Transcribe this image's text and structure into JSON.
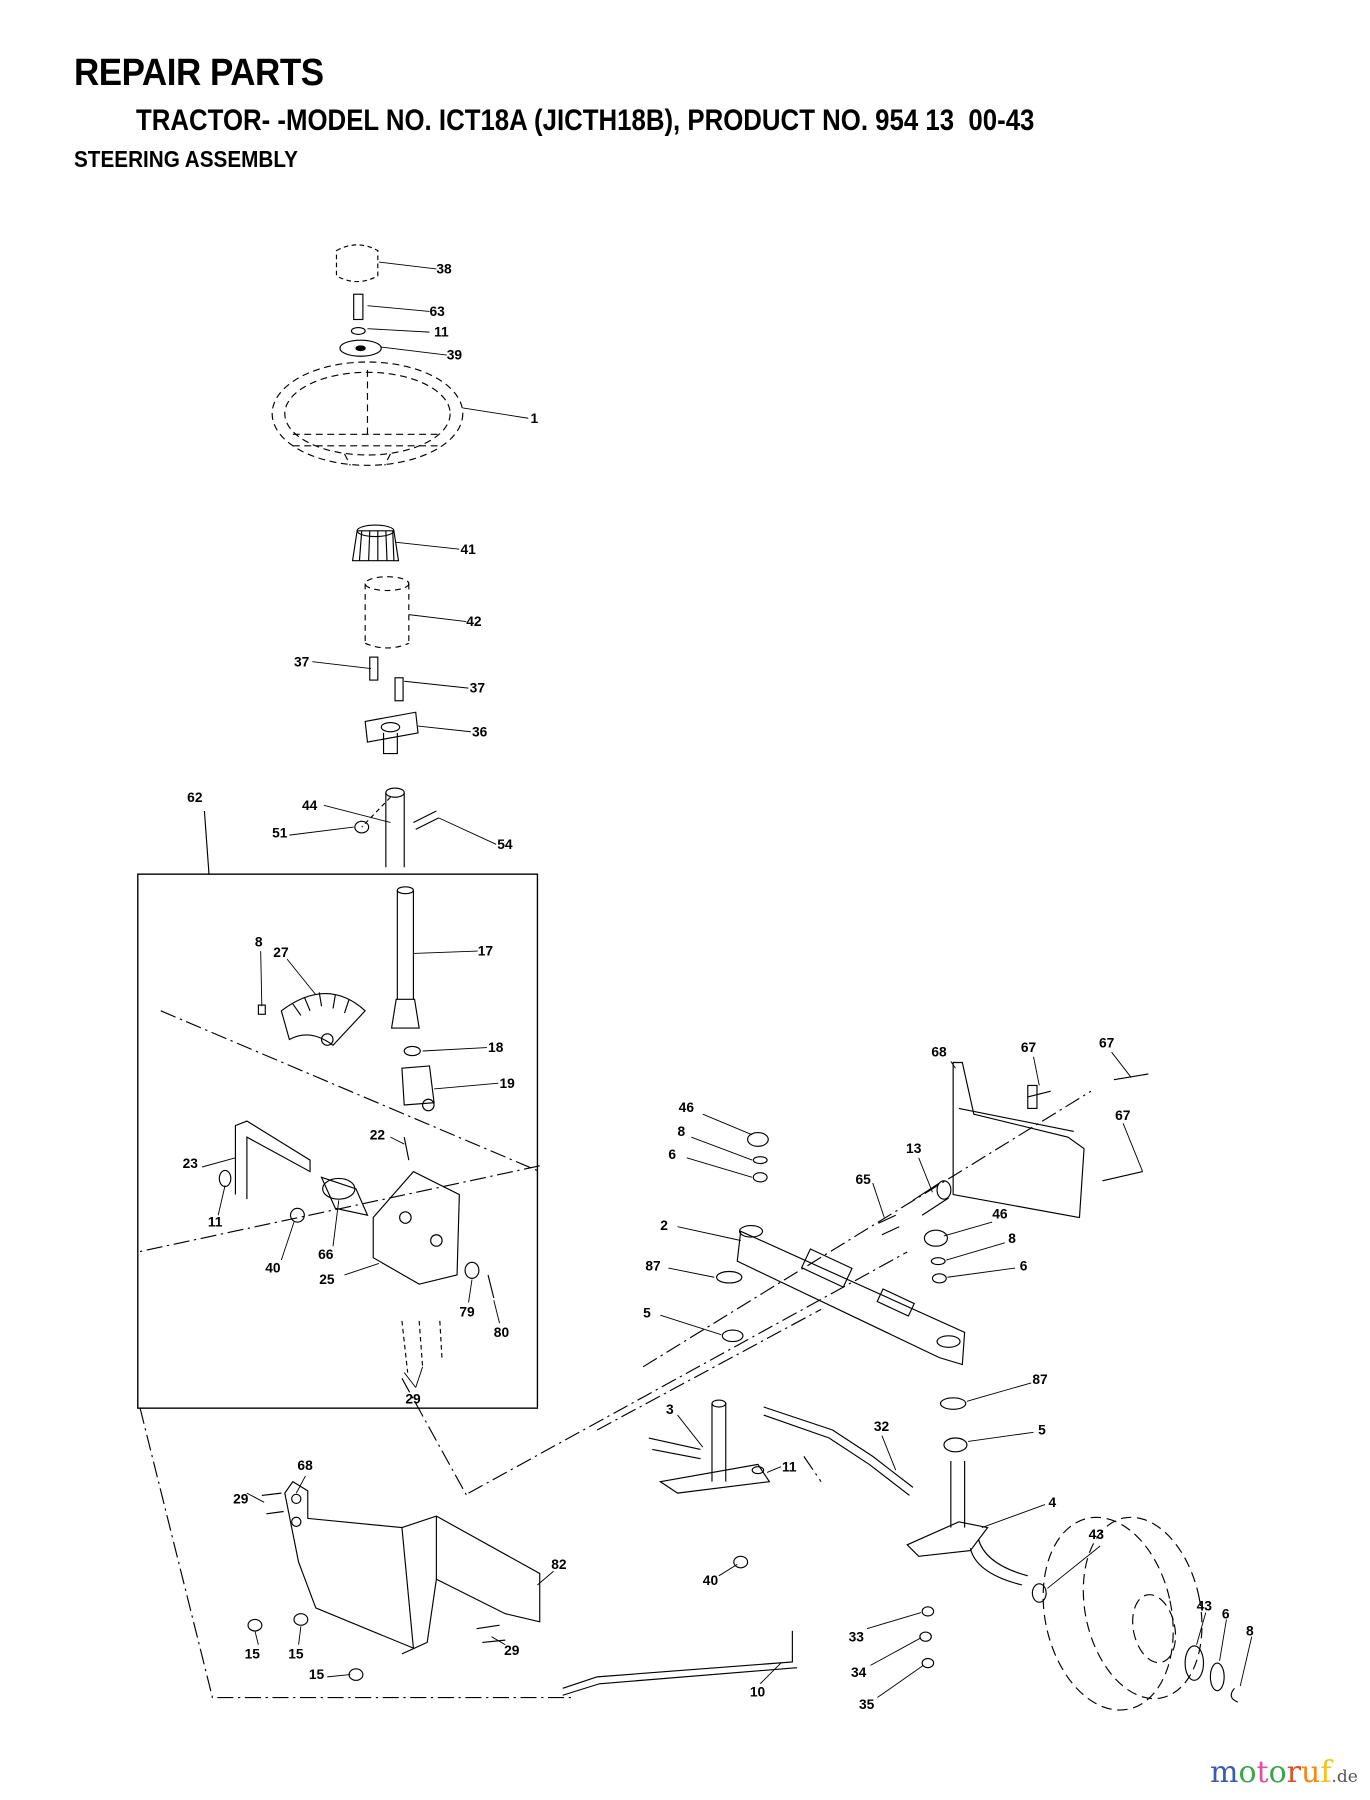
{
  "header": {
    "title": "REPAIR PARTS",
    "model_line": "TRACTOR- -MODEL NO. ICT18A (JICTH18B), PRODUCT NO. 954 13  00-43",
    "section": "STEERING ASSEMBLY"
  },
  "callouts": [
    "38",
    "63",
    "11",
    "39",
    "1",
    "41",
    "42",
    "37",
    "37",
    "36",
    "62",
    "44",
    "51",
    "54",
    "17",
    "8",
    "27",
    "18",
    "19",
    "22",
    "23",
    "11",
    "40",
    "66",
    "25",
    "79",
    "80",
    "29",
    "68",
    "67",
    "67",
    "67",
    "46",
    "8",
    "6",
    "13",
    "65",
    "46",
    "8",
    "6",
    "2",
    "87",
    "5",
    "87",
    "5",
    "3",
    "32",
    "11",
    "4",
    "43",
    "40",
    "68",
    "29",
    "82",
    "15",
    "15",
    "29",
    "15",
    "10",
    "33",
    "34",
    "35",
    "43",
    "6",
    "8"
  ],
  "watermark": {
    "brand": "motoruf",
    "tld": ".de",
    "colors": [
      "#3b5bab",
      "#3aa54a",
      "#e0509a",
      "#3aa54a",
      "#e0502a",
      "#f08a1a",
      "#f2c21a"
    ]
  }
}
